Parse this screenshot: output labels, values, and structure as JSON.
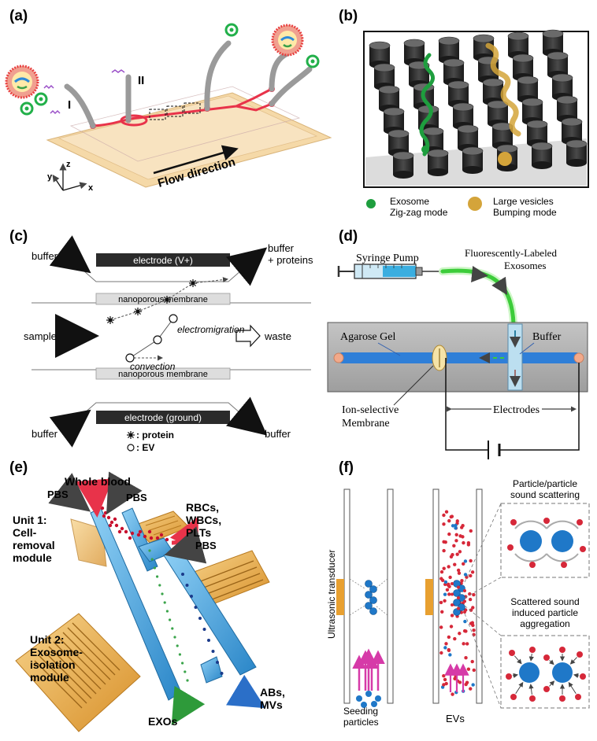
{
  "panels": {
    "a": {
      "label": "(a)",
      "inlet_1": "I",
      "inlet_2": "II",
      "flow": "Flow direction",
      "axis_x": "x",
      "axis_y": "y",
      "axis_z": "z"
    },
    "b": {
      "label": "(b)",
      "legend_green_line1": "Exosome",
      "legend_green_line2": "Zig-zag mode",
      "legend_gold_line1": "Large vesicles",
      "legend_gold_line2": "Bumping mode"
    },
    "c": {
      "label": "(c)",
      "buffer_top_left": "buffer",
      "buffer_top_right_1": "buffer",
      "buffer_top_right_2": "+ proteins",
      "electrode_top": "electrode (V+)",
      "membrane_top": "nanoporous membrane",
      "electromigration": "electromigration",
      "convection": "convection",
      "sample": "sample",
      "waste": "waste",
      "membrane_bottom": "nanoporous membrane",
      "electrode_bottom": "electrode (ground)",
      "buffer_bottom_left": "buffer",
      "buffer_bottom_right": "buffer",
      "legend_protein": ": protein",
      "legend_ev": ": EV"
    },
    "d": {
      "label": "(d)",
      "syringe_pump": "Syringe Pump",
      "fluorescent_1": "Fluorescently-Labeled",
      "fluorescent_2": "Exosomes",
      "agarose": "Agarose Gel",
      "buffer": "Buffer",
      "membrane_1": "Ion-selective",
      "membrane_2": "Membrane",
      "electrodes": "Electrodes"
    },
    "e": {
      "label": "(e)",
      "whole_blood": "Whole blood",
      "pbs_left": "PBS",
      "pbs_top": "PBS",
      "pbs_right": "PBS",
      "cells_1": "RBCs,",
      "cells_2": "WBCs,",
      "cells_3": "PLTs",
      "unit1_1": "Unit 1:",
      "unit1_2": "Cell-",
      "unit1_3": "removal",
      "unit1_4": "module",
      "unit2_1": "Unit 2:",
      "unit2_2": "Exosome-",
      "unit2_3": "isolation",
      "unit2_4": "module",
      "exos": "EXOs",
      "abs_1": "ABs,",
      "abs_2": "MVs"
    },
    "f": {
      "label": "(f)",
      "transducer": "Ultrasonic transducer",
      "seeding_1": "Seeding",
      "seeding_2": "particles",
      "evs": "EVs",
      "scatter_1": "Particle/particle",
      "scatter_2": "sound scattering",
      "aggr_1": "Scattered sound",
      "aggr_2": "induced particle",
      "aggr_3": "aggregation"
    }
  },
  "colors": {
    "channel_red": "#e8334a",
    "chip_base": "#f5d9a8",
    "exosome_green": "#1e9e3e",
    "vesicle_gold": "#d4a43a",
    "electrode_dark": "#2b2b2b",
    "gel_gray": "#b0b0b0",
    "channel_blue": "#2f7fd8",
    "transducer_orange": "#e8a030",
    "particle_blue": "#1f78c8",
    "ev_red": "#d62839",
    "arrow_magenta": "#d63aa8"
  }
}
